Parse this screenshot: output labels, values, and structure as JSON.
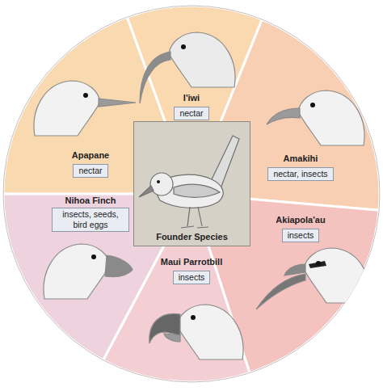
{
  "diagram": {
    "nodes": [
      {
        "text": [
          "I'iwi"
        ]
      },
      {
        "text": [
          "nectar"
        ],
        "in": 0
      },
      {
        "text": [
          "Apapane"
        ]
      },
      {
        "text": [
          "nectar"
        ],
        "in": 2
      },
      {
        "text": [
          "Amakihi"
        ]
      },
      {
        "text": [
          "nectar, insects"
        ],
        "in": 4
      },
      {
        "text": [
          "Founder Species"
        ]
      },
      {
        "text": [
          "Nihoa Finch"
        ]
      },
      {
        "text": [
          "insects, seeds, bird eggs"
        ],
        "in": 7
      },
      {
        "text": [
          "Akiapola'au"
        ]
      },
      {
        "text": [
          "insects"
        ],
        "in": 9
      },
      {
        "text": [
          "Maui Parrotbill"
        ]
      },
      {
        "text": [
          "insects"
        ],
        "in": 11
      }
    ]
  }
}
